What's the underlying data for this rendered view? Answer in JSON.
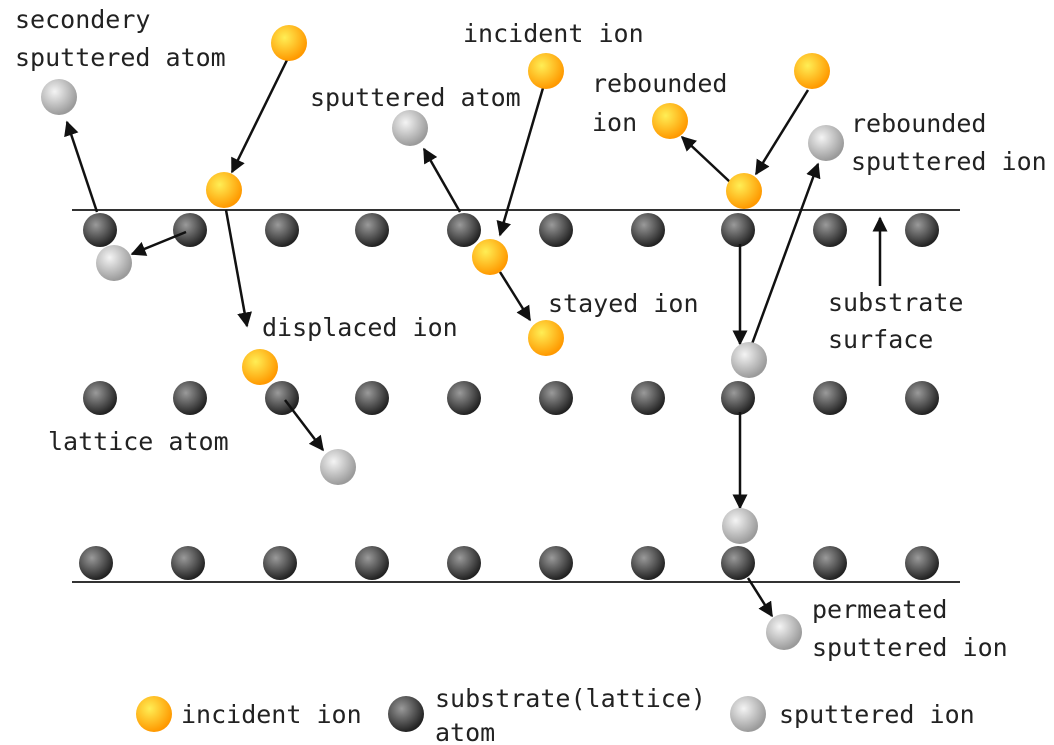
{
  "labels": {
    "secondary_sputtered_atom": [
      "secondery",
      "sputtered atom"
    ],
    "sputtered_atom": "sputtered atom",
    "incident_ion": "incident ion",
    "rebounded_ion": [
      "rebounded",
      "ion"
    ],
    "rebounded_sputtered_ion": [
      "rebounded",
      "sputtered ion"
    ],
    "displaced_ion": "displaced ion",
    "stayed_ion": "stayed ion",
    "substrate_surface": [
      "substrate",
      "surface"
    ],
    "lattice_atom": "lattice atom",
    "permeated_sputtered_ion": [
      "permeated",
      "sputtered ion"
    ]
  },
  "legend": {
    "incident_ion": "incident ion",
    "substrate_atom": [
      "substrate(lattice)",
      "atom"
    ],
    "sputtered_ion": "sputtered ion"
  },
  "colors": {
    "incident_ion": "#ff9900",
    "incident_ion_highlight": "#ffee55",
    "substrate_atom": "#222222",
    "substrate_atom_highlight": "#9a9a9a",
    "sputtered_ion": "#9a9a9a",
    "sputtered_ion_highlight": "#f4f4f4",
    "line": "#333333",
    "arrow": "#111111"
  }
}
